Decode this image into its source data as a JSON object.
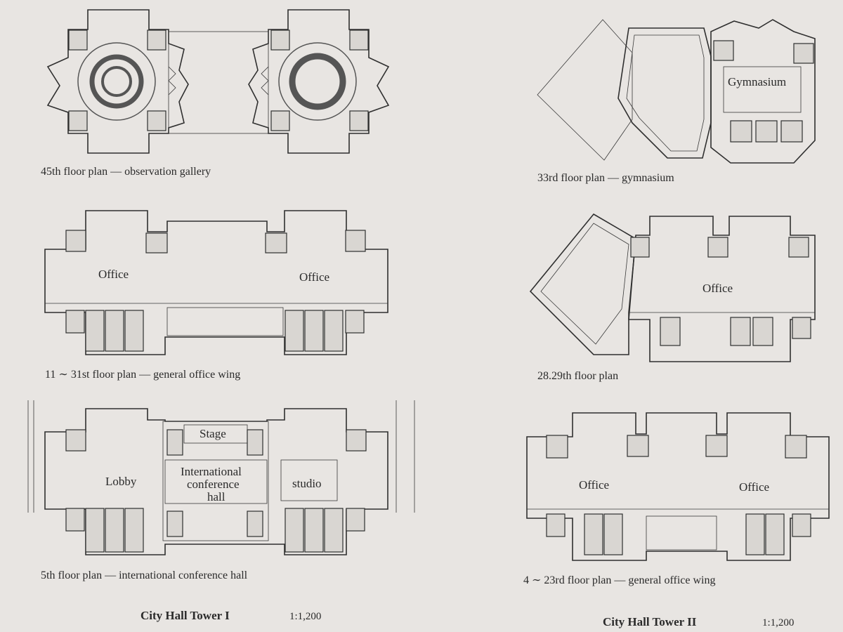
{
  "captions": {
    "p45": "45th floor plan — observation gallery",
    "p33": "33rd floor plan — gymnasium",
    "p11": "11 ∼ 31st floor plan — general office wing",
    "p28": "28.29th floor plan",
    "p5": "5th floor plan — international conference  hall",
    "p4": "4 ∼ 23rd floor plan — general office wing"
  },
  "rooms": {
    "gym": "Gymnasium",
    "office": "Office",
    "stage": "Stage",
    "lobby": "Lobby",
    "conf1": "International",
    "conf2": "conference",
    "conf3": "hall",
    "studio": "studio"
  },
  "titles": {
    "tower1": "City Hall Tower I",
    "tower2": "City Hall Tower II",
    "scale1": "1:1,200",
    "scale2": "1:1,200"
  }
}
